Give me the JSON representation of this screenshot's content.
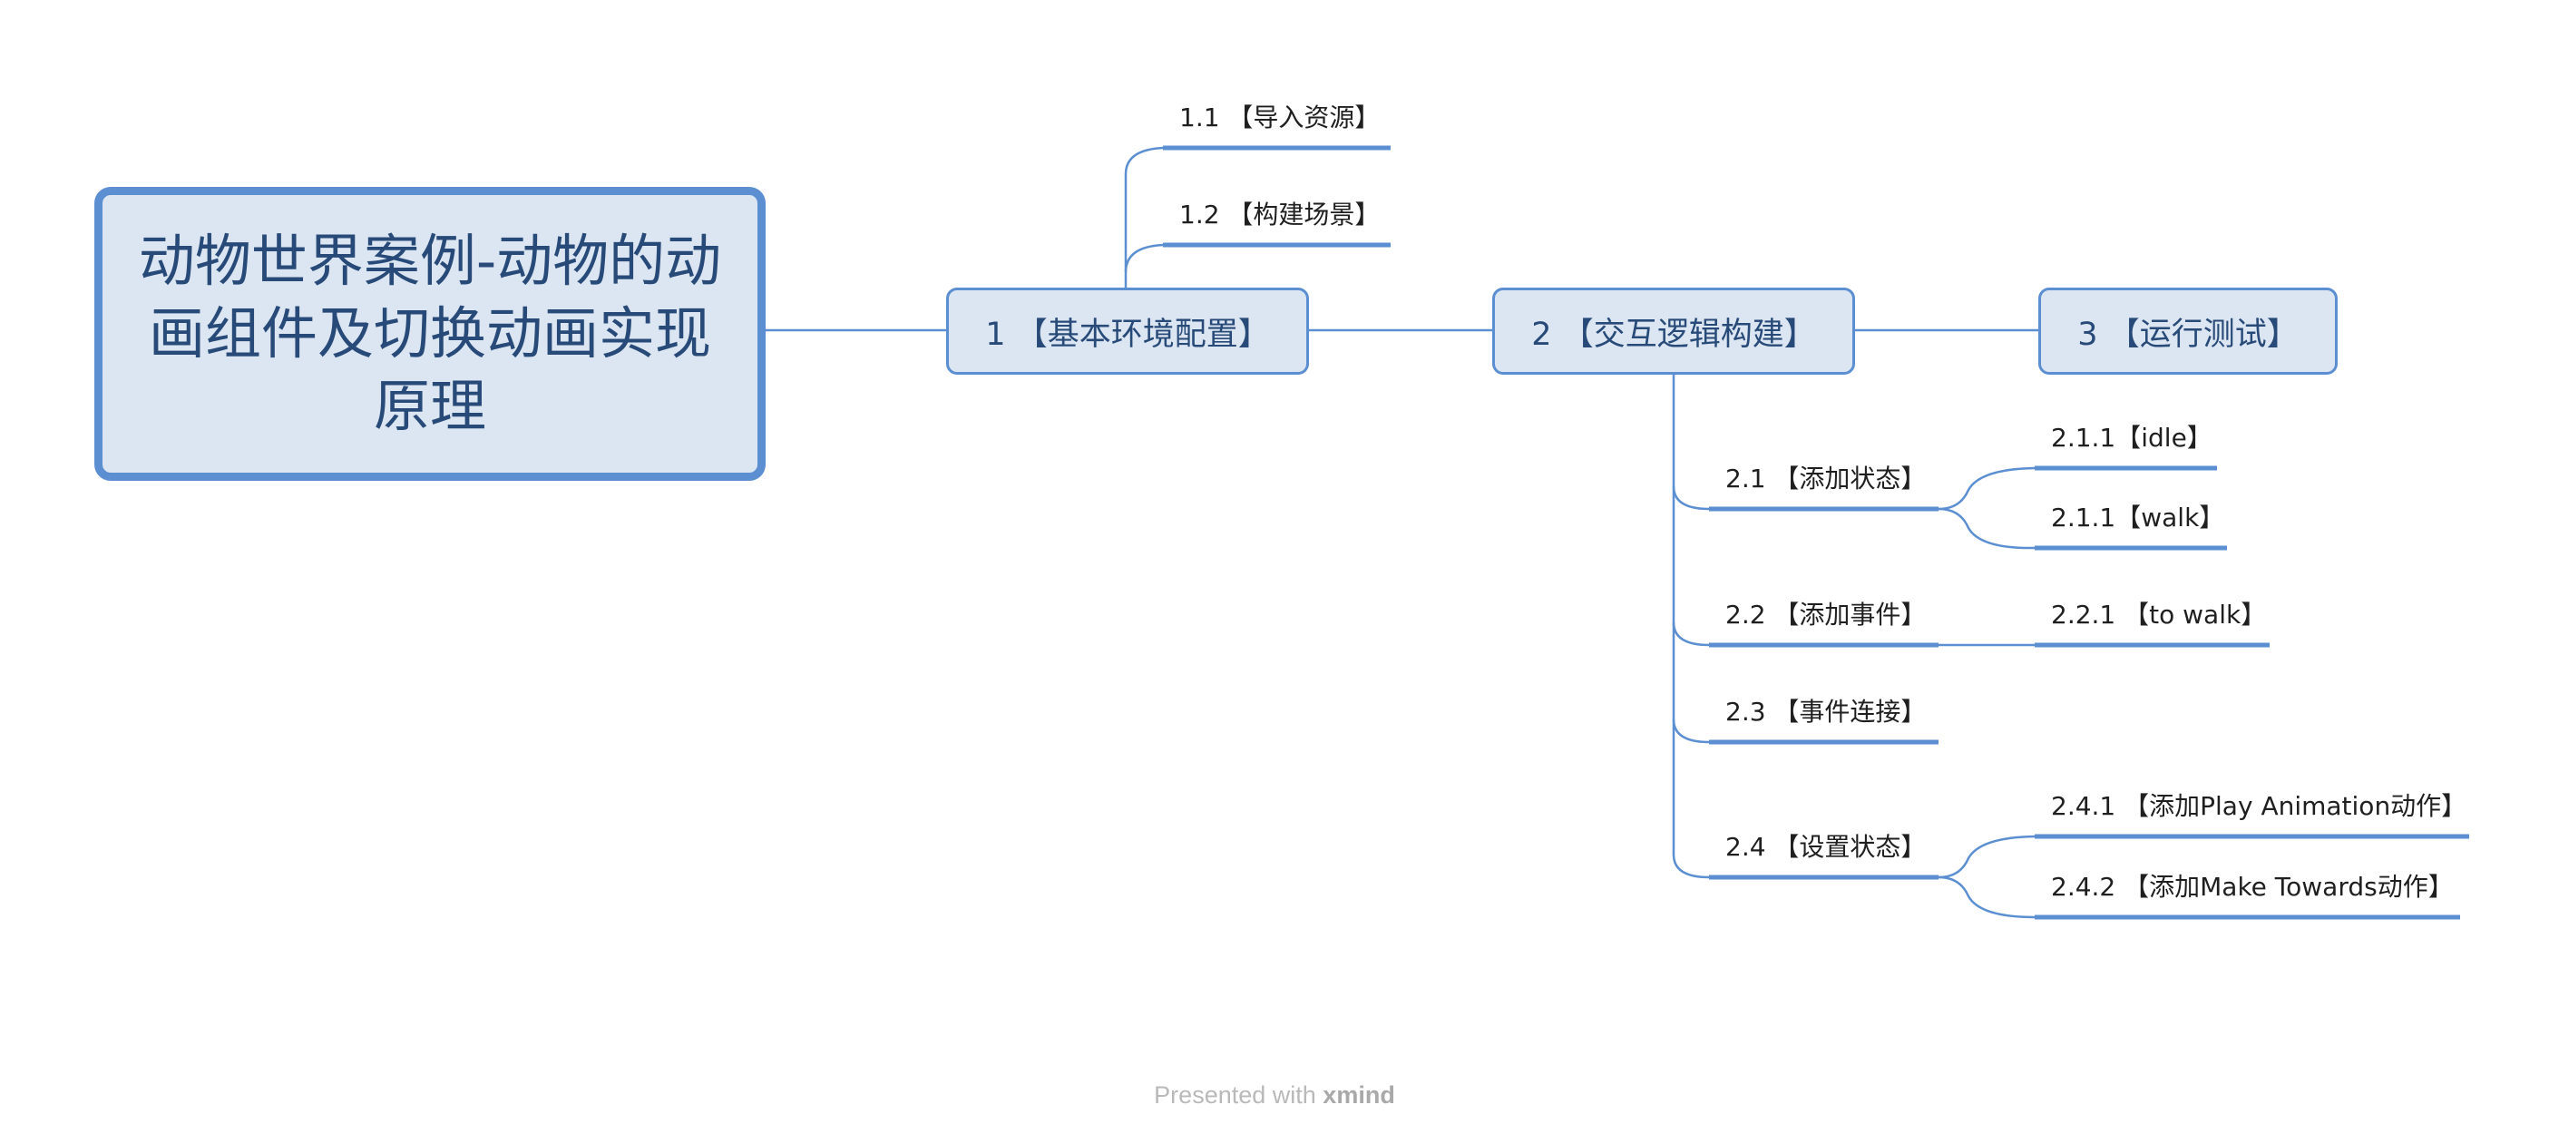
{
  "root": {
    "title": "动物世界案例-动物的动画组件及切换动画实现原理"
  },
  "topics": {
    "t1": {
      "label": "1 【基本环境配置】"
    },
    "t2": {
      "label": "2 【交互逻辑构建】"
    },
    "t3": {
      "label": "3 【运行测试】"
    }
  },
  "subtopics": {
    "t1_1": {
      "label": "1.1 【导入资源】"
    },
    "t1_2": {
      "label": "1.2 【构建场景】"
    },
    "t2_1": {
      "label": "2.1 【添加状态】"
    },
    "t2_1_1": {
      "label": "2.1.1【idle】"
    },
    "t2_1_2": {
      "label": "2.1.1【walk】"
    },
    "t2_2": {
      "label": "2.2 【添加事件】"
    },
    "t2_2_1": {
      "label": "2.2.1 【to walk】"
    },
    "t2_3": {
      "label": "2.3 【事件连接】"
    },
    "t2_4": {
      "label": "2.4 【设置状态】"
    },
    "t2_4_1": {
      "label": "2.4.1 【添加Play Animation动作】"
    },
    "t2_4_2": {
      "label": "2.4.2 【添加Make Towards动作】"
    }
  },
  "footer": {
    "presented_with": "Presented with",
    "brand": "xmind"
  },
  "colors": {
    "accent": "#5b8fd1",
    "box_fill": "#dce6f2",
    "box_text": "#274a78"
  }
}
